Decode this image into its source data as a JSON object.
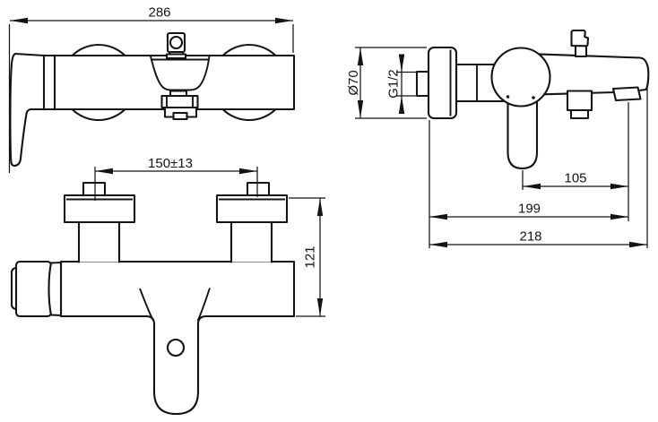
{
  "dimensions": {
    "front_overall_width": "286",
    "plan_hole_spacing": "150±13",
    "plan_height": "121",
    "side_flange_diameter": "Ø70",
    "side_thread_size": "G1/2",
    "side_handle_to_spout": "105",
    "side_wall_to_outlet": "199",
    "side_wall_to_spout_tip": "218"
  },
  "colors": {
    "line": "#141414",
    "background": "#ffffff"
  }
}
